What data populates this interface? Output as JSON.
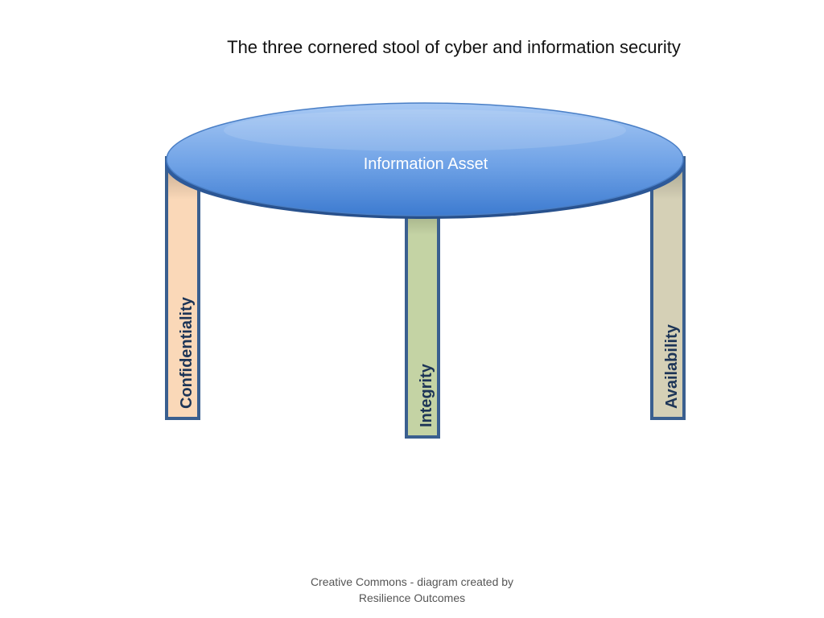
{
  "diagram": {
    "title": "The three cornered stool of cyber and information security",
    "seat_label": "Information Asset",
    "legs": [
      {
        "label": "Confidentiality",
        "fill": "#fad8b8"
      },
      {
        "label": "Integrity",
        "fill": "#c4d3a4"
      },
      {
        "label": "Availability",
        "fill": "#d5d0b6"
      }
    ],
    "credit": {
      "line1": "Creative Commons - diagram created by",
      "line2": "Resilience Outcomes"
    }
  },
  "colors": {
    "outline": "#3a5f8f",
    "seat_light": "#a8c9f4",
    "seat_dark": "#3d7bd0",
    "leg_text": "#1d3557"
  }
}
